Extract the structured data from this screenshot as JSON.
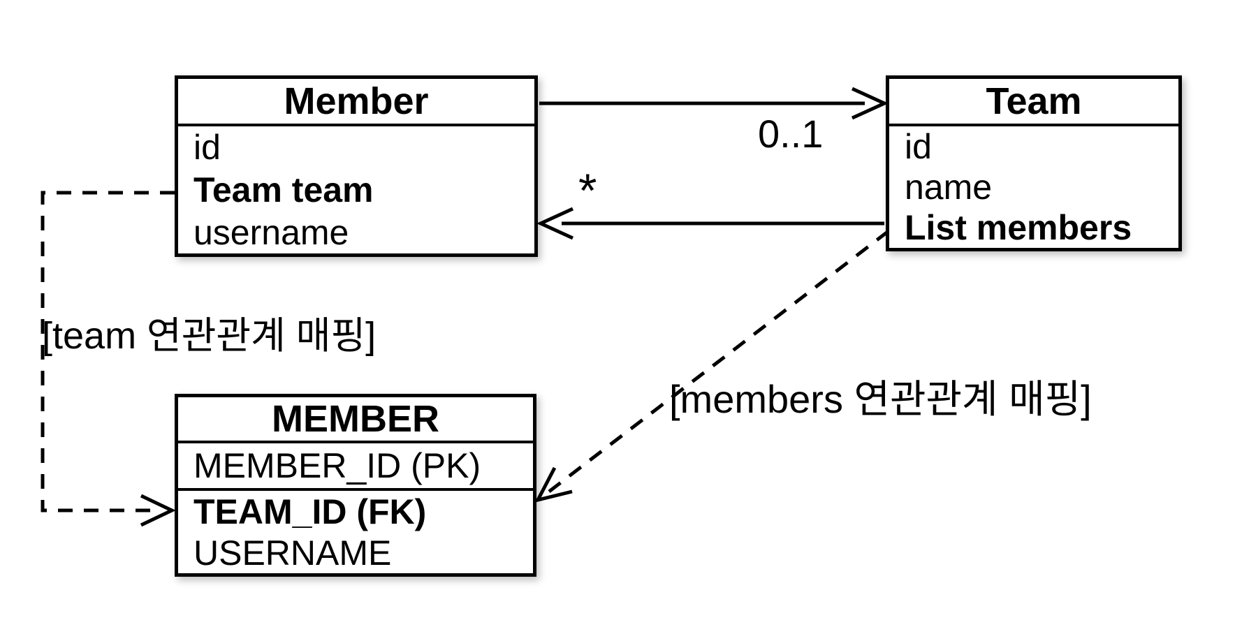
{
  "entities": {
    "member_class": {
      "title": "Member",
      "fields": [
        {
          "label": "id"
        },
        {
          "label": "Team team"
        },
        {
          "label": "username"
        }
      ]
    },
    "team_class": {
      "title": "Team",
      "fields": [
        {
          "label": "id"
        },
        {
          "label": "name"
        },
        {
          "label": "List members"
        }
      ]
    },
    "member_table": {
      "title": "MEMBER",
      "primary_key": "MEMBER_ID (PK)",
      "fields": [
        {
          "label": "TEAM_ID (FK)"
        },
        {
          "label": "USERNAME"
        }
      ]
    }
  },
  "associations": {
    "member_to_team": {
      "multiplicity": "0..1"
    },
    "team_to_member": {
      "multiplicity": "*"
    },
    "team_mapping": {
      "label": "[team 연관관계 매핑]"
    },
    "members_mapping": {
      "label": "[members 연관관계 매핑]"
    }
  },
  "colors": {
    "stroke": "#000000",
    "background": "#ffffff"
  }
}
